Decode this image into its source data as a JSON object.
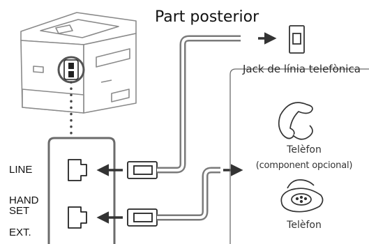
{
  "title": "Part posterior",
  "wall_jack": {
    "label": "Jack de línia telefònica",
    "icon": "wall-jack-icon"
  },
  "device_ports": {
    "line": "LINE",
    "handset_line1": "HAND",
    "handset_line2": "SET",
    "ext": "EXT."
  },
  "optional_devices": {
    "handset_phone_label": "Telèfon",
    "handset_phone_note": "(component opcional)",
    "desk_phone_label": "Telèfon"
  },
  "icons": [
    "printer-icon",
    "rj11-port-icon",
    "rj11-plug-icon",
    "arrow-icon",
    "handset-icon",
    "desk-phone-icon"
  ],
  "colors": {
    "line": "#6b6b6b",
    "cable": "#7a7a7a",
    "accent": "#222222"
  }
}
